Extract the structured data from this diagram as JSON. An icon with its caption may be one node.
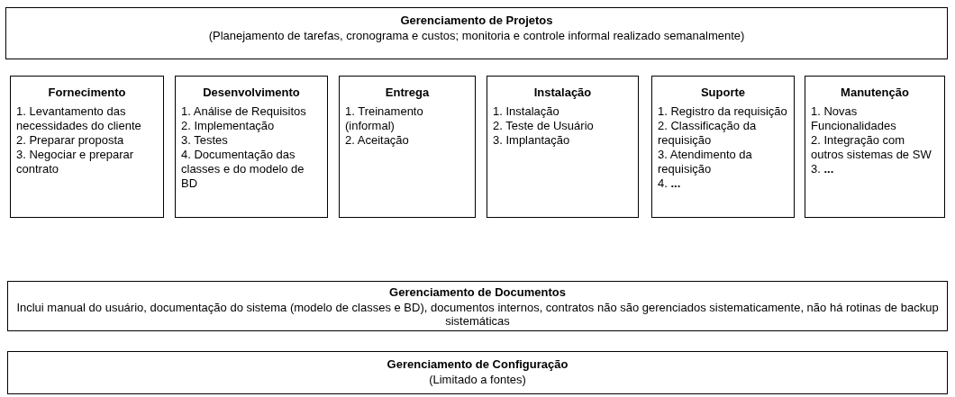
{
  "diagram": {
    "nodes": [
      {
        "text": [
          "Gerenciamento de Projetos",
          "(Planejamento de tarefas, cronograma e custos; monitoria e controle informal realizado semanalmente)"
        ]
      },
      {
        "text": [
          "Fornecimento",
          "1. Levantamento das necessidades do cliente",
          "2. Preparar proposta",
          "3. Negociar e preparar contrato"
        ]
      },
      {
        "text": [
          "Desenvolvimento",
          "1. Análise de Requisitos",
          "2. Implementação",
          "3. Testes",
          "4. Documentação das classes e do modelo de BD"
        ]
      },
      {
        "text": [
          "Entrega",
          "1. Treinamento (informal)",
          "2. Aceitação"
        ]
      },
      {
        "text": [
          "Instalação",
          "1. Instalação",
          "2. Teste de Usuário",
          "3. Implantação"
        ]
      },
      {
        "text": [
          "Suporte",
          "1. Registro da requisição",
          "2. Classificação da requisição",
          "3. Atendimento da requisição",
          "4. **...**"
        ]
      },
      {
        "text": [
          "Manutenção",
          "1. Novas Funcionalidades",
          "2. Integração com outros sistemas de SW",
          "3. **...**"
        ]
      },
      {
        "text": [
          "Gerenciamento de Documentos",
          "Inclui manual do usuário, documentação do sistema (modelo de classes e BD), documentos internos, contratos não são gerenciados sistematicamente, não há rotinas de backup sistemáticas"
        ]
      },
      {
        "text": [
          "Gerenciamento de Configuração",
          "(Limitado a fontes)"
        ]
      }
    ],
    "edges": []
  }
}
